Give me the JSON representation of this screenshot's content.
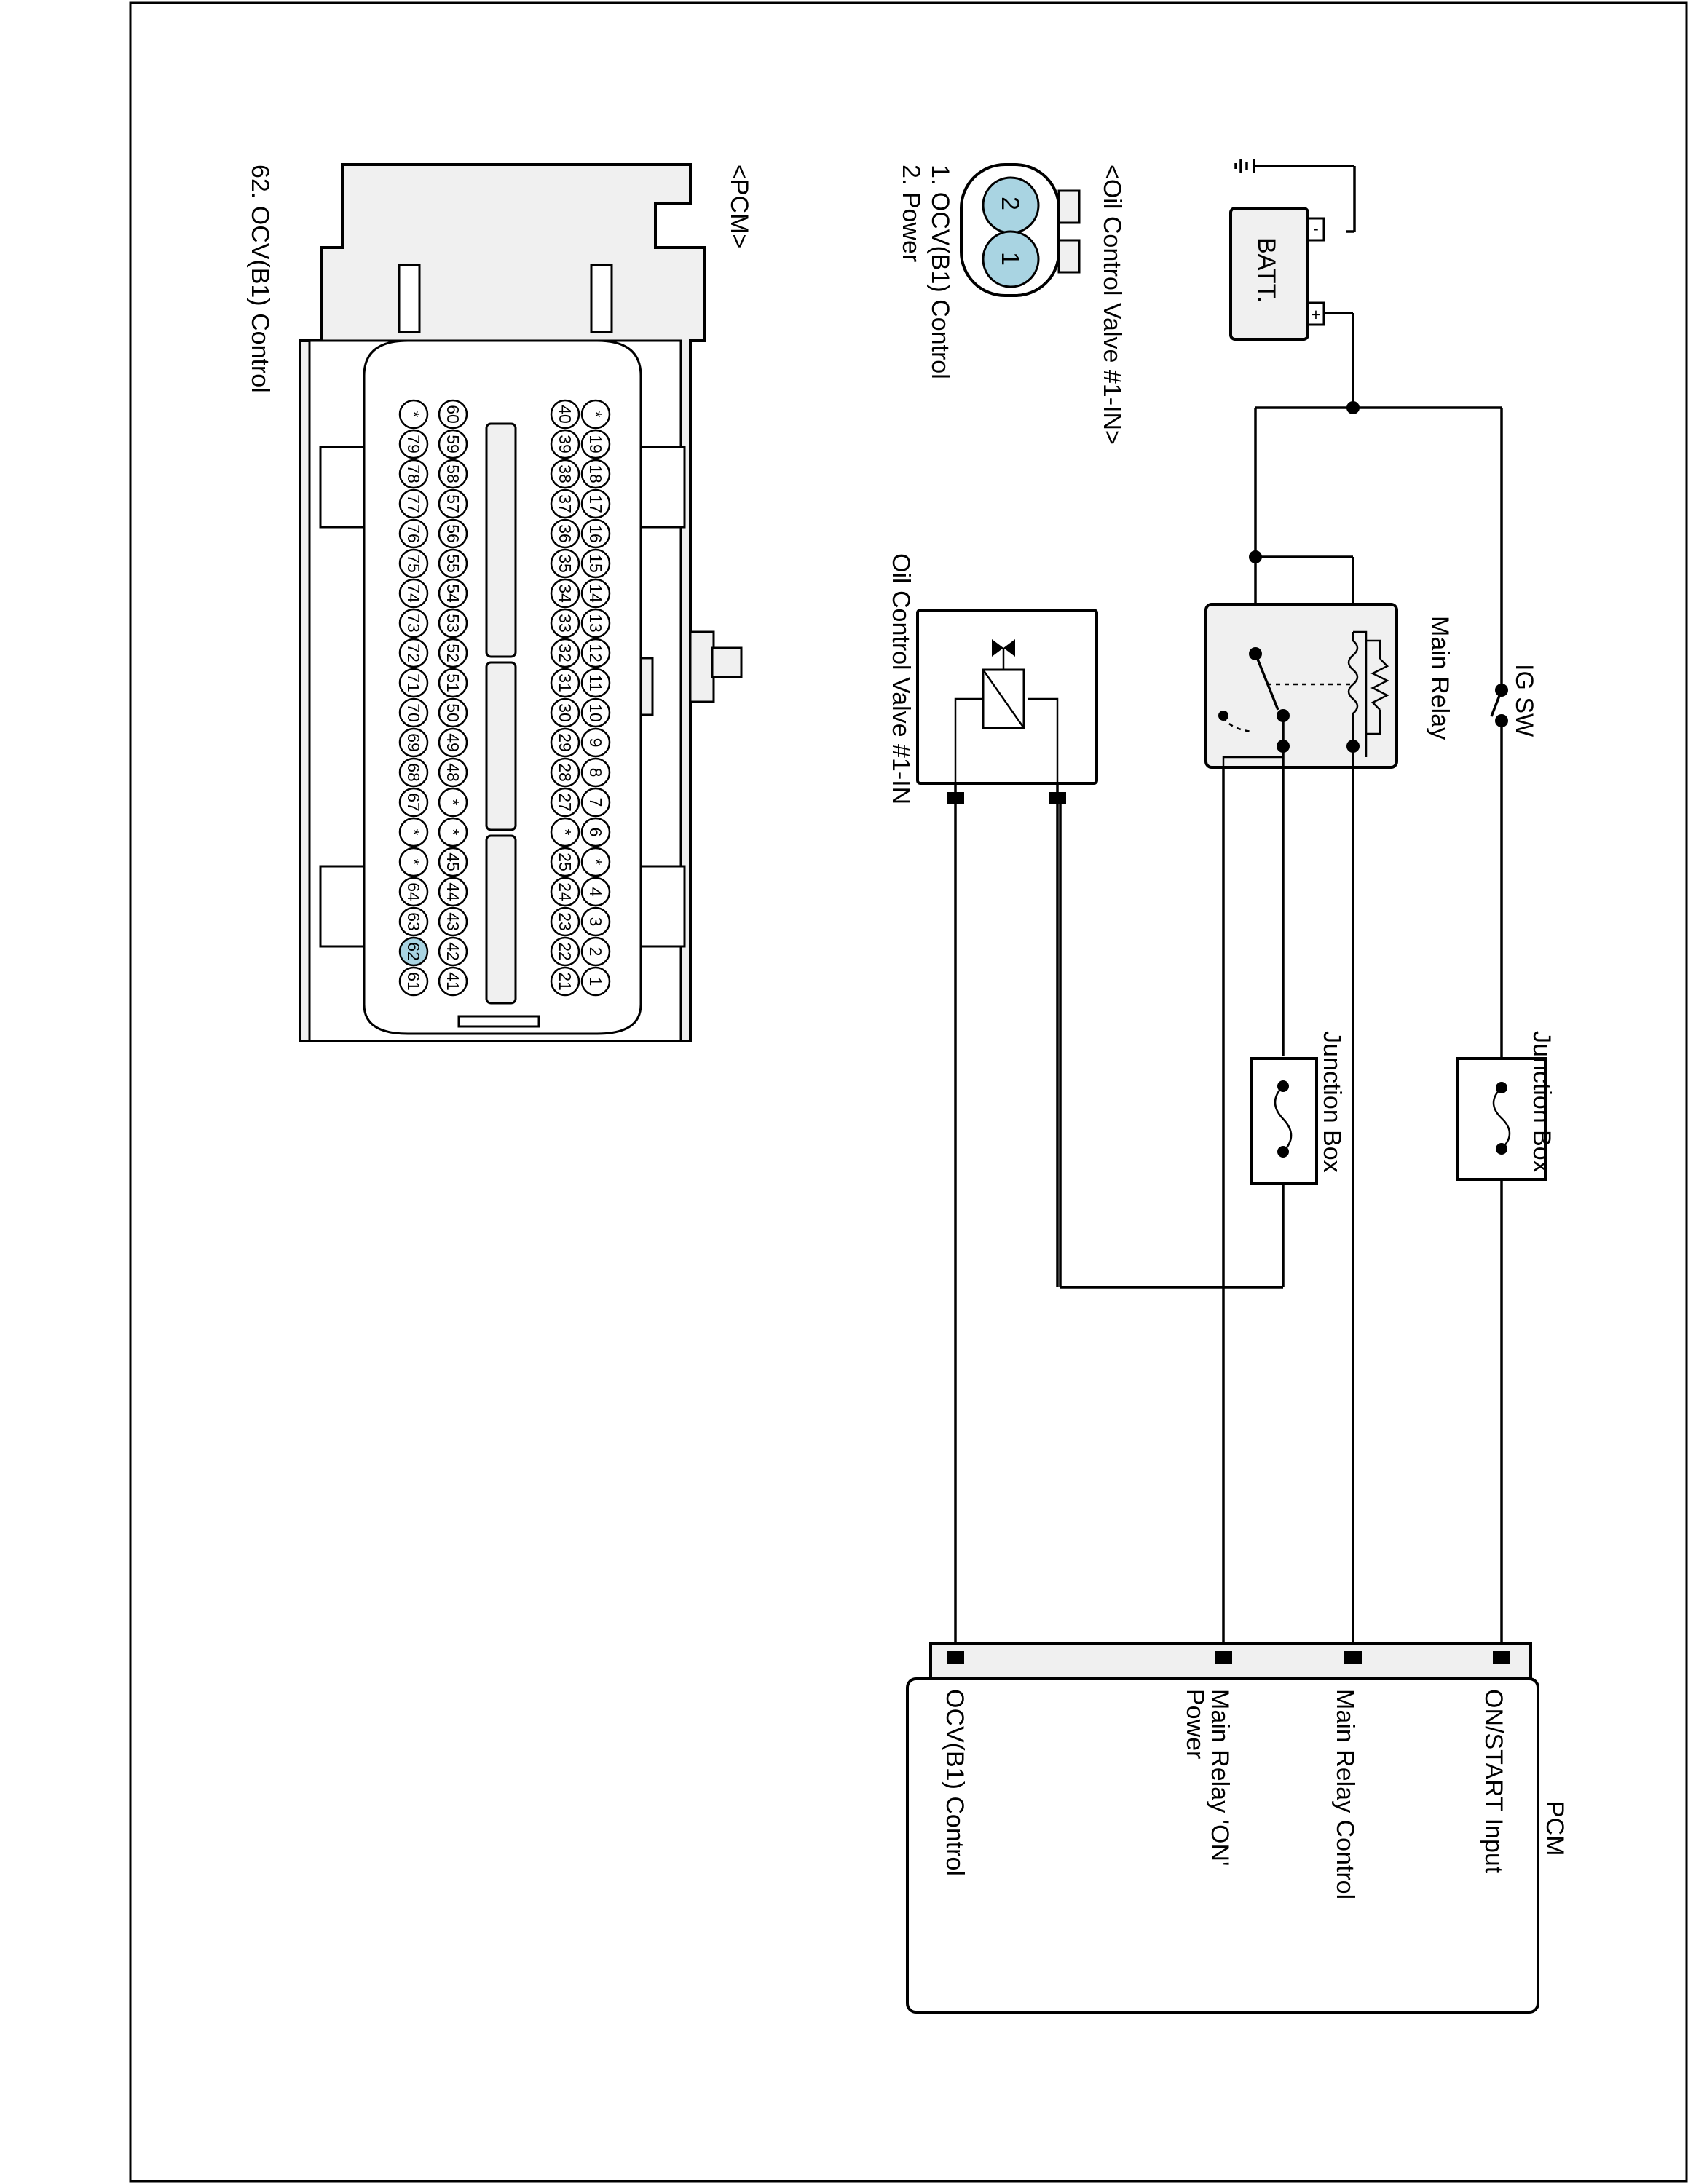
{
  "labels": {
    "batt": "BATT.",
    "ig_sw": "IG SW",
    "main_relay": "Main Relay",
    "junction_box_1": "Junction Box",
    "junction_box_2": "Junction Box",
    "ocv_component": "Oil Control Valve #1-IN",
    "pcm_title": "PCM",
    "pcm_pins": [
      "ON/START Input",
      "Main Relay Control",
      "Main Relay 'ON'",
      "Power",
      "OCV(B1) Control"
    ],
    "ocv_connector_title": "<Oil Control Valve #1-IN>",
    "ocv_connector_pins": [
      "1. OCV(B1) Control",
      "2. Power"
    ],
    "ocv_pin_numbers": [
      "1",
      "2"
    ],
    "pcm_connector_title": "<PCM>",
    "pcm_connector_pin_note": "62. OCV(B1) Control",
    "batt_plus": "+",
    "batt_minus": "-"
  },
  "pcm_connector_rows": [
    [
      "1",
      "2",
      "3",
      "4",
      "*",
      "6",
      "7",
      "8",
      "9",
      "10",
      "11",
      "12",
      "13",
      "14",
      "15",
      "16",
      "17",
      "18",
      "19",
      "*"
    ],
    [
      "21",
      "22",
      "23",
      "24",
      "25",
      "*",
      "27",
      "28",
      "29",
      "30",
      "31",
      "32",
      "33",
      "34",
      "35",
      "36",
      "37",
      "38",
      "39",
      "40"
    ],
    [
      "41",
      "42",
      "43",
      "44",
      "45",
      "*",
      "*",
      "48",
      "49",
      "50",
      "51",
      "52",
      "53",
      "54",
      "55",
      "56",
      "57",
      "58",
      "59",
      "60"
    ],
    [
      "61",
      "62",
      "63",
      "64",
      "*",
      "*",
      "67",
      "68",
      "69",
      "70",
      "71",
      "72",
      "73",
      "74",
      "75",
      "76",
      "77",
      "78",
      "79",
      "*"
    ]
  ],
  "highlight_pin": "62",
  "colors": {
    "connector_fill": "#f0f0f0",
    "pin_highlight": "#a9d4e2"
  }
}
